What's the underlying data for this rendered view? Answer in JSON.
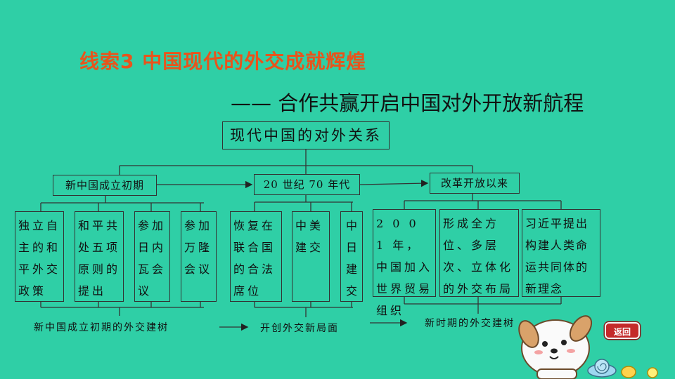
{
  "header": {
    "title": "线索3  中国现代的外交成就辉煌",
    "subtitle": "—— 合作共赢开启中国对外开放新航程"
  },
  "diagram": {
    "root": "现代中国的对外关系",
    "periods": [
      "新中国成立初期",
      "20 世纪 70 年代",
      "改革开放以来"
    ],
    "leaves_period1": [
      "独立自主的和平外交政策",
      "和平共处五项原则的提出",
      "参加日内瓦会议",
      "参加万隆会议"
    ],
    "leaves_period2": [
      "恢复在联合国的合法席位",
      "中美建交",
      "中日建交"
    ],
    "leaves_period3": [
      "2 0 0 1 年，中国加入世界贸易组织",
      "形成全方位、多层次、立体化的外交布局",
      "习近平提出构建人类命运共同体的新理念"
    ],
    "summary": [
      "新中国成立初期的外交建树",
      "开创外交新局面",
      "新时期的外交建树"
    ]
  },
  "nav": {
    "back_label": "返回"
  },
  "colors": {
    "background": "#2fcfa6",
    "title": "#e8541c",
    "button": "#c42a2a"
  }
}
